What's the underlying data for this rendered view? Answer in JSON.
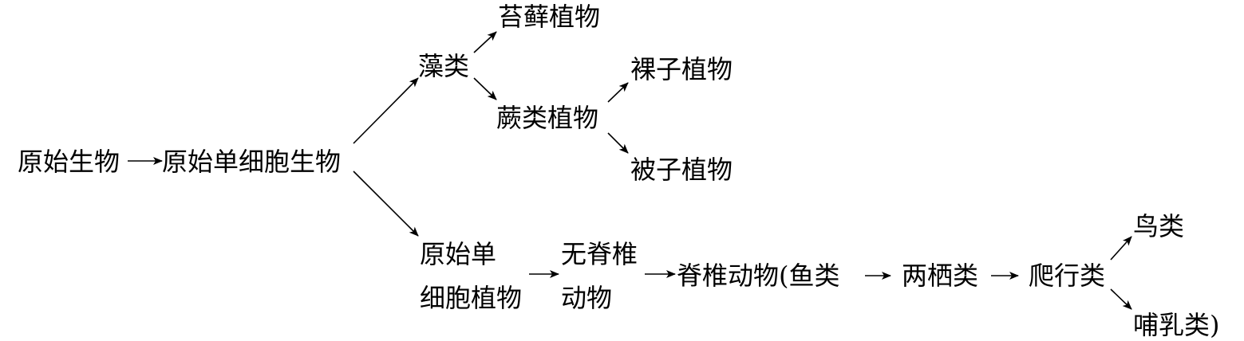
{
  "nodes": {
    "original_life": "原始生物",
    "single_cell": "原始单细胞生物",
    "algae": "藻类",
    "bryophyte": "苔藓植物",
    "fern": "蕨类植物",
    "gymnosperm": "裸子植物",
    "angiosperm": "被子植物",
    "single_cell_plant_line1": "原始单",
    "single_cell_plant_line2": "细胞植物",
    "invertebrate_line1": "无脊椎",
    "invertebrate_line2": "动物",
    "vertebrate": "脊椎动物(鱼类",
    "amphibian": "两栖类",
    "reptile": "爬行类",
    "bird": "鸟类",
    "mammal": "哺乳类)"
  }
}
